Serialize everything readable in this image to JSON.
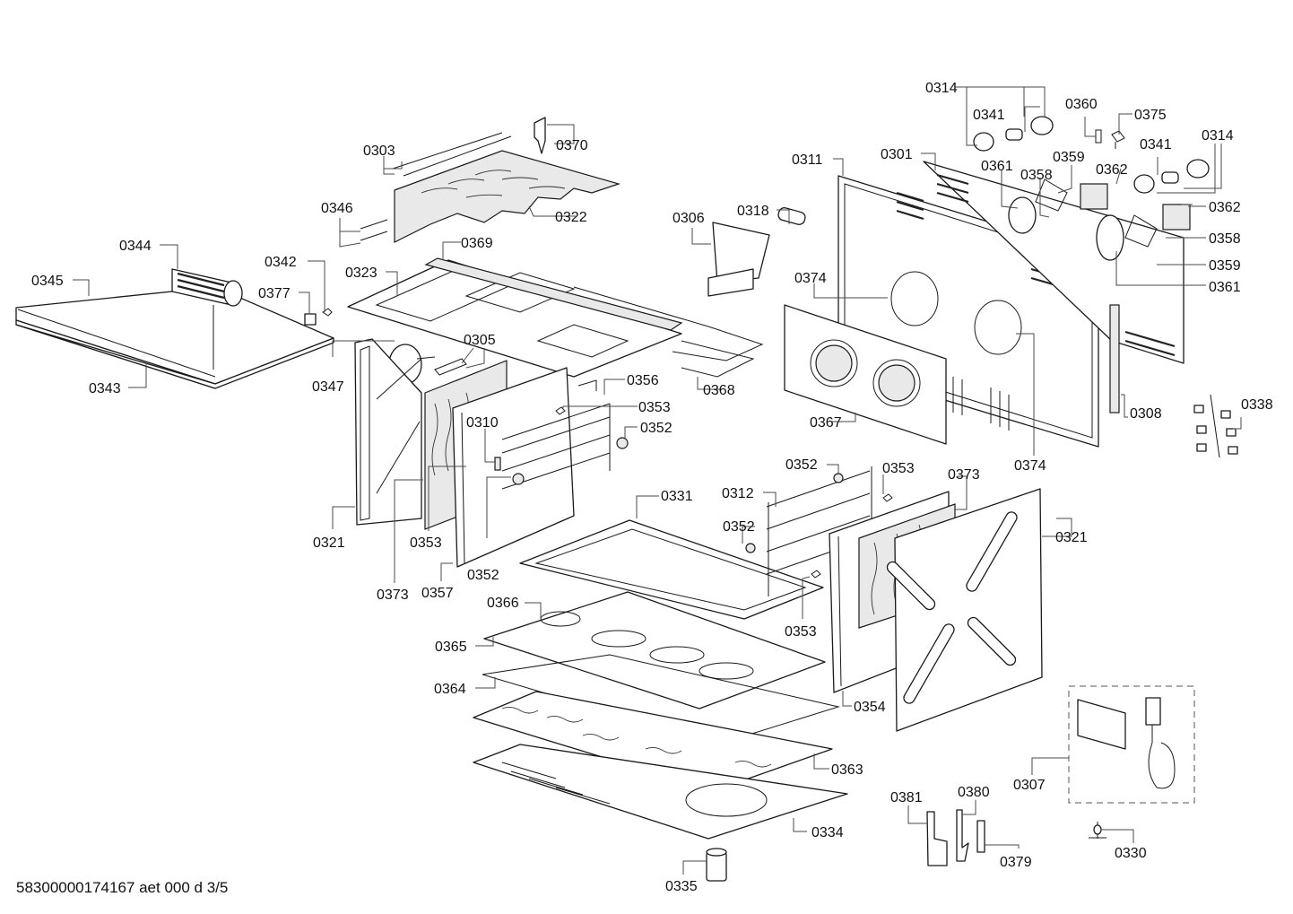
{
  "document": {
    "footer_code": "58300000174167 aet 000 d 3/5"
  },
  "callouts": [
    {
      "id": "c0314a",
      "label": "0314"
    },
    {
      "id": "c0341a",
      "label": "0341"
    },
    {
      "id": "c0360",
      "label": "0360"
    },
    {
      "id": "c0375",
      "label": "0375"
    },
    {
      "id": "c0314b",
      "label": "0314"
    },
    {
      "id": "c0341b",
      "label": "0341"
    },
    {
      "id": "c0361a",
      "label": "0361"
    },
    {
      "id": "c0358a",
      "label": "0358"
    },
    {
      "id": "c0359a",
      "label": "0359"
    },
    {
      "id": "c0362a",
      "label": "0362"
    },
    {
      "id": "c0362b",
      "label": "0362"
    },
    {
      "id": "c0358b",
      "label": "0358"
    },
    {
      "id": "c0359b",
      "label": "0359"
    },
    {
      "id": "c0361b",
      "label": "0361"
    },
    {
      "id": "c0311",
      "label": "0311"
    },
    {
      "id": "c0301",
      "label": "0301"
    },
    {
      "id": "c0303",
      "label": "0303"
    },
    {
      "id": "c0370",
      "label": "0370"
    },
    {
      "id": "c0322",
      "label": "0322"
    },
    {
      "id": "c0346",
      "label": "0346"
    },
    {
      "id": "c0369",
      "label": "0369"
    },
    {
      "id": "c0344",
      "label": "0344"
    },
    {
      "id": "c0345",
      "label": "0345"
    },
    {
      "id": "c0342",
      "label": "0342"
    },
    {
      "id": "c0377",
      "label": "0377"
    },
    {
      "id": "c0343",
      "label": "0343"
    },
    {
      "id": "c0323",
      "label": "0323"
    },
    {
      "id": "c0305",
      "label": "0305"
    },
    {
      "id": "c0347",
      "label": "0347"
    },
    {
      "id": "c0306",
      "label": "0306"
    },
    {
      "id": "c0318",
      "label": "0318"
    },
    {
      "id": "c0374a",
      "label": "0374"
    },
    {
      "id": "c0374b",
      "label": "0374"
    },
    {
      "id": "c0368",
      "label": "0368"
    },
    {
      "id": "c0356",
      "label": "0356"
    },
    {
      "id": "c0353a",
      "label": "0353"
    },
    {
      "id": "c0352a",
      "label": "0352"
    },
    {
      "id": "c0310",
      "label": "0310"
    },
    {
      "id": "c0367",
      "label": "0367"
    },
    {
      "id": "c0308",
      "label": "0308"
    },
    {
      "id": "c0338",
      "label": "0338"
    },
    {
      "id": "c0321a",
      "label": "0321"
    },
    {
      "id": "c0353b",
      "label": "0353"
    },
    {
      "id": "c0373a",
      "label": "0373"
    },
    {
      "id": "c0357",
      "label": "0357"
    },
    {
      "id": "c0352b",
      "label": "0352"
    },
    {
      "id": "c0331",
      "label": "0331"
    },
    {
      "id": "c0312",
      "label": "0312"
    },
    {
      "id": "c0352c",
      "label": "0352"
    },
    {
      "id": "c0352d",
      "label": "0352"
    },
    {
      "id": "c0353c",
      "label": "0353"
    },
    {
      "id": "c0353d",
      "label": "0353"
    },
    {
      "id": "c0373b",
      "label": "0373"
    },
    {
      "id": "c0321b",
      "label": "0321"
    },
    {
      "id": "c0366",
      "label": "0366"
    },
    {
      "id": "c0365",
      "label": "0365"
    },
    {
      "id": "c0364",
      "label": "0364"
    },
    {
      "id": "c0354",
      "label": "0354"
    },
    {
      "id": "c0363",
      "label": "0363"
    },
    {
      "id": "c0334",
      "label": "0334"
    },
    {
      "id": "c0335",
      "label": "0335"
    },
    {
      "id": "c0307",
      "label": "0307"
    },
    {
      "id": "c0381",
      "label": "0381"
    },
    {
      "id": "c0380",
      "label": "0380"
    },
    {
      "id": "c0379",
      "label": "0379"
    },
    {
      "id": "c0330",
      "label": "0330"
    }
  ]
}
